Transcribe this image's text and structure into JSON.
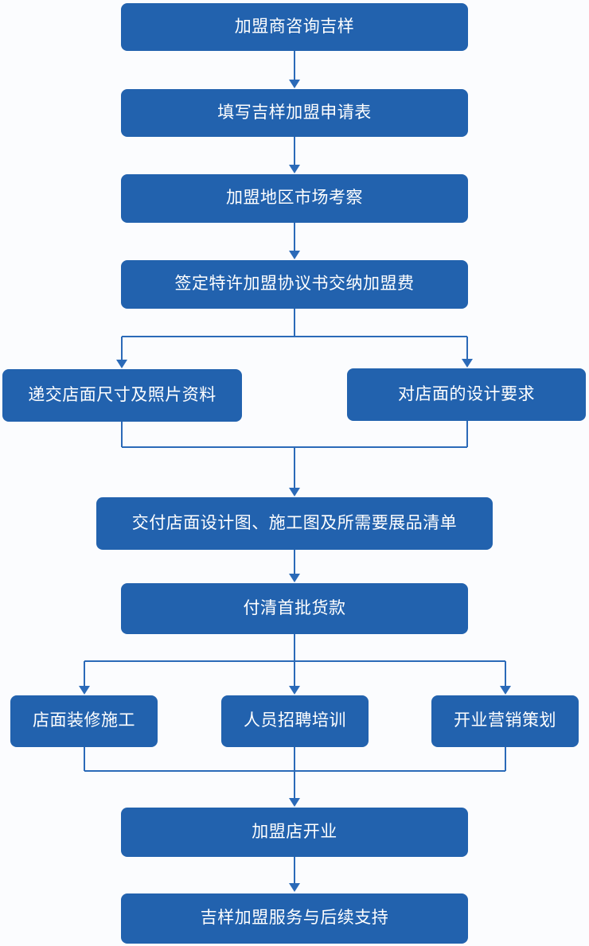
{
  "diagram": {
    "type": "flowchart",
    "colors": {
      "node_fill": "#2262AE",
      "connector": "#2B6AB8",
      "node_text": "#FFFFFF",
      "background": "#FBFCFE"
    },
    "nodes": {
      "step1": {
        "label": "加盟商咨询吉样"
      },
      "step2": {
        "label": "填写吉样加盟申请表"
      },
      "step3": {
        "label": "加盟地区市场考察"
      },
      "step4": {
        "label": "签定特许加盟协议书交纳加盟费"
      },
      "branch1_left": {
        "label": "递交店面尺寸及照片资料"
      },
      "branch1_right": {
        "label": "对店面的设计要求"
      },
      "step5": {
        "label": "交付店面设计图、施工图及所需要展品清单"
      },
      "step6": {
        "label": "付清首批货款"
      },
      "branch2_left": {
        "label": "店面装修施工"
      },
      "branch2_middle": {
        "label": "人员招聘培训"
      },
      "branch2_right": {
        "label": "开业营销策划"
      },
      "step7": {
        "label": "加盟店开业"
      },
      "step8": {
        "label": "吉样加盟服务与后续支持"
      }
    },
    "edges": [
      "step1→step2",
      "step2→step3",
      "step3→step4",
      "step4→branch1_left",
      "step4→branch1_right",
      "branch1_left→step5",
      "branch1_right→step5",
      "step5→step6",
      "step6→branch2_left",
      "step6→branch2_middle",
      "step6→branch2_right",
      "branch2_left→step7",
      "branch2_middle→step7",
      "branch2_right→step7",
      "step7→step8"
    ]
  }
}
